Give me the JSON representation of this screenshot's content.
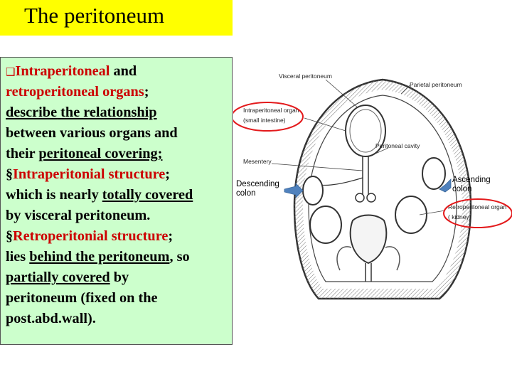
{
  "title": "The peritoneum",
  "body": {
    "bullet_glyphs": {
      "main": "❑",
      "square": "§"
    },
    "p1": {
      "t1": "Intraperitoneal",
      "t2": " and",
      "t3": "retroperitoneal organs",
      "t4": ";",
      "t5": "describe",
      "t6": " the relationship",
      "t7": "between various organs and",
      "t8": "their ",
      "t9": "peritoneal covering;"
    },
    "p2": {
      "t1": "Intraperitonial structure",
      "t2": ";",
      "t3": "which is nearly ",
      "t4": "totally covered",
      "t5": "by visceral peritoneum."
    },
    "p3": {
      "t1": "Retroperitonial structure",
      "t2": ";",
      "t3": "lies ",
      "t4": "behind the peritoneum",
      "t5": ", so",
      "t6": "partially covered",
      "t7": " by",
      "t8": "peritoneum (fixed on the",
      "t9": "post.abd.wall)."
    }
  },
  "diagram": {
    "labels": {
      "visceral": "Visceral peritoneum",
      "parietal": "Parietal peritoneum",
      "intra1": "Intraperitoneal organ",
      "intra2": "(small intestine)",
      "cavity": "Peritoneal cavity",
      "mesentery": "Mesentery",
      "retro1": "Retroperitoneal organ",
      "retro2": "( kidney)"
    },
    "descending1": "Descending",
    "descending2": "colon",
    "ascending1": "Ascending",
    "ascending2": "colon",
    "colors": {
      "highlight": "#e31a1c",
      "arrow": "#4f81bd",
      "outer": "#333333"
    }
  }
}
